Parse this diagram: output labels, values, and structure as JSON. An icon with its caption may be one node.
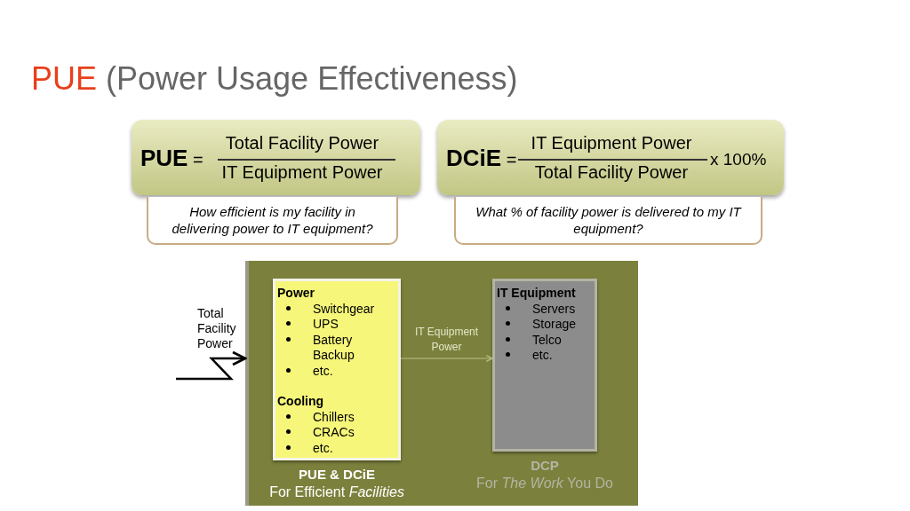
{
  "diagram": {
    "title": "PUE (Power Usage Effectiveness)",
    "nodes": [
      {
        "text": [
          "**PUE** =",
          "Total Facility Power",
          "IT Equipment Power"
        ]
      },
      {
        "text": [
          "How efficient is my facility in delivering power to IT equipment?"
        ]
      },
      {
        "text": [
          "**DCiE** =",
          "IT Equipment Power",
          "Total Facility Power",
          "x 100%"
        ]
      },
      {
        "text": [
          "What % of facility power is delivered to my IT equipment?"
        ]
      },
      {
        "text": [],
        "shape": "box"
      },
      {
        "text": [
          "Power",
          "Switchgear",
          "UPS",
          "Battery Backup",
          "etc.",
          "Cooling",
          "Chillers",
          "CRACs",
          "etc."
        ],
        "in": 4,
        "beside": [
          "PUE & DCiE",
          "For Efficient *Facilities*"
        ]
      },
      {
        "text": [
          "IT Equipment",
          "Servers",
          "Storage",
          "Telco",
          "etc."
        ],
        "in": 4,
        "beside": [
          "DCP",
          "For *The Work* You Do"
        ]
      }
    ],
    "edges": [
      {
        "from": null,
        "to": 4,
        "arrow": "to",
        "label": "Total Facility Power"
      },
      {
        "from": 5,
        "to": 6,
        "arrow": "to",
        "label": "IT Equipment Power",
        "color": "#b9bd8a"
      }
    ]
  }
}
